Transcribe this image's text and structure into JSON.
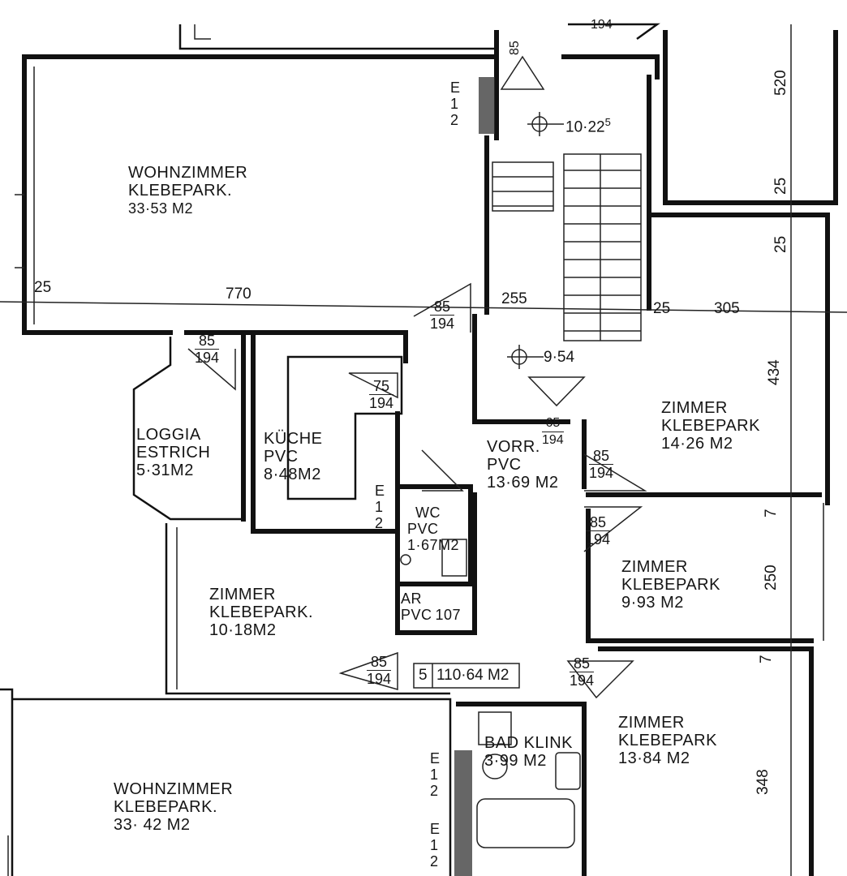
{
  "rooms": [
    {
      "id": "wohnzimmer-top",
      "name": "WOHNZIMMER",
      "floor": "KLEBEPARK.",
      "area": "33·53 M2"
    },
    {
      "id": "loggia",
      "name": "LOGGIA",
      "floor": "ESTRICH",
      "area": "5·31M2"
    },
    {
      "id": "kueche",
      "name": "KÜCHE",
      "floor": "PVC",
      "area": "8·48M2"
    },
    {
      "id": "zimmer-left",
      "name": "ZIMMER",
      "floor": "KLEBEPARK.",
      "area": "10·18M2"
    },
    {
      "id": "vorraum",
      "name": "VORR.",
      "floor": "PVC",
      "area": "13·69 M2"
    },
    {
      "id": "wc",
      "name": "WC",
      "floor": "PVC",
      "area": "1·67M2"
    },
    {
      "id": "ar",
      "name": "AR",
      "floor": "PVC",
      "area": "107"
    },
    {
      "id": "zimmer-right-1",
      "name": "ZIMMER",
      "floor": "KLEBEPARK",
      "area": "14·26 M2"
    },
    {
      "id": "zimmer-right-2",
      "name": "ZIMMER",
      "floor": "KLEBEPARK",
      "area": "9·93 M2"
    },
    {
      "id": "zimmer-right-3",
      "name": "ZIMMER",
      "floor": "KLEBEPARK",
      "area": "13·84 M2"
    },
    {
      "id": "bad",
      "name": "BAD KLINK",
      "floor": "",
      "area": "3·99 M2"
    },
    {
      "id": "wohnzimmer-bottom",
      "name": "WOHNZIMMER",
      "floor": "KLEBEPARK.",
      "area": "33· 42 M2"
    }
  ],
  "total": {
    "num": "5",
    "area": "110·64 M2"
  },
  "levels": [
    {
      "id": "level-upper",
      "value": "10·22",
      "sup": "5"
    },
    {
      "id": "level-lower",
      "value": "9·54",
      "sup": ""
    }
  ],
  "dimensions": {
    "d25_left": "25",
    "d770": "770",
    "d255": "255",
    "d25_mid": "25",
    "d305": "305",
    "v520": "520",
    "v25a": "25",
    "v25b": "25",
    "v434": "434",
    "v7a": "7",
    "v250": "250",
    "v7b": "7",
    "v348": "348",
    "top194": "194",
    "top85": "85"
  },
  "doors": [
    {
      "id": "door-loggia",
      "w": "85",
      "h": "194"
    },
    {
      "id": "door-kueche",
      "w": "75",
      "h": "194"
    },
    {
      "id": "door-wohn",
      "w": "85",
      "h": "194"
    },
    {
      "id": "door-zimmer1",
      "w": "85",
      "h": "194"
    },
    {
      "id": "door-zimmer2",
      "w": "85",
      "h": "194"
    },
    {
      "id": "door-zimmer-left",
      "w": "85",
      "h": "194"
    },
    {
      "id": "door-zimmer3",
      "w": "85",
      "h": "194"
    },
    {
      "id": "door-vorr",
      "w": "65",
      "h": "194"
    }
  ],
  "meters": [
    {
      "id": "meter-top",
      "lines": [
        "E",
        "1",
        "2"
      ]
    },
    {
      "id": "meter-kueche",
      "lines": [
        "E",
        "1",
        "2"
      ]
    },
    {
      "id": "meter-bottom-a",
      "lines": [
        "E",
        "1",
        "2"
      ]
    },
    {
      "id": "meter-bottom-b",
      "lines": [
        "E",
        "1",
        "2"
      ]
    }
  ]
}
